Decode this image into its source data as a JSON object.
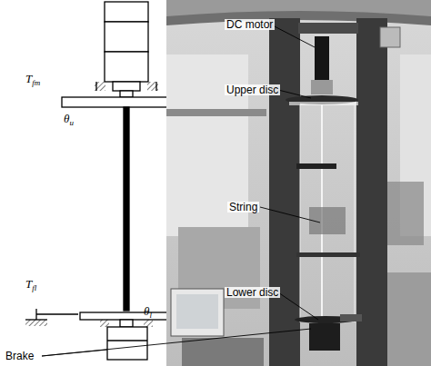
{
  "diagram": {
    "labels": [
      "DC motor",
      "Upper disc",
      "String",
      "Lower disc",
      "Brake",
      "Tfm",
      "θu",
      "Tfl",
      "θl"
    ]
  }
}
